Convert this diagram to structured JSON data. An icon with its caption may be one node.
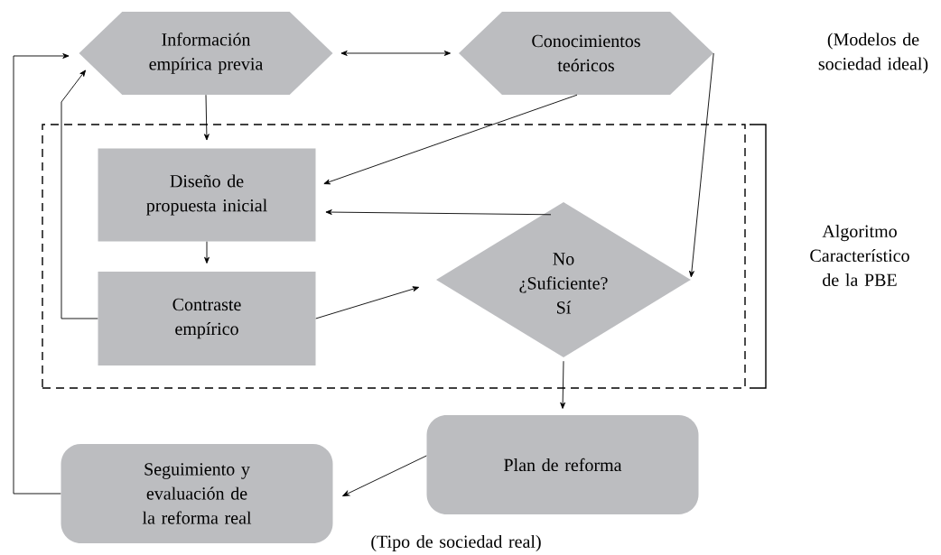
{
  "diagram": {
    "nodes": [
      {
        "text": [
          "Información empírica previa"
        ]
      },
      {
        "text": [
          "Conocimientos teóricos"
        ]
      },
      {
        "text": [],
        "shape": "box"
      },
      {
        "text": [
          "Diseño de propuesta inicial"
        ],
        "in": 2
      },
      {
        "text": [
          "Contraste empírico"
        ],
        "in": 2
      },
      {
        "text": [
          "No",
          "¿Suficiente?",
          "Sí"
        ],
        "in": 2
      },
      {
        "text": [
          "Plan de reforma"
        ]
      },
      {
        "text": [
          "Seguimiento y evaluación de la reforma real"
        ]
      }
    ],
    "edges": [
      {
        "from": 0,
        "to": 1,
        "arrow": "both"
      },
      {
        "from": 0,
        "to": 3,
        "arrow": "to"
      },
      {
        "from": 1,
        "to": 3,
        "arrow": "to"
      },
      {
        "from": 1,
        "to": 5,
        "arrow": "to"
      },
      {
        "from": 5,
        "to": 3,
        "arrow": "to"
      },
      {
        "from": 3,
        "to": 4,
        "arrow": "to"
      },
      {
        "from": 4,
        "to": 5,
        "arrow": "to"
      },
      {
        "from": 4,
        "to": 0,
        "arrow": "to"
      },
      {
        "from": 5,
        "to": 6,
        "arrow": "to"
      },
      {
        "from": 6,
        "to": 7,
        "arrow": "to"
      },
      {
        "from": 7,
        "to": 0,
        "arrow": "to"
      }
    ],
    "labels": [
      "(Modelos de sociedad ideal)",
      "Algoritmo Característico de la PBE",
      "(Tipo de sociedad real)"
    ]
  }
}
